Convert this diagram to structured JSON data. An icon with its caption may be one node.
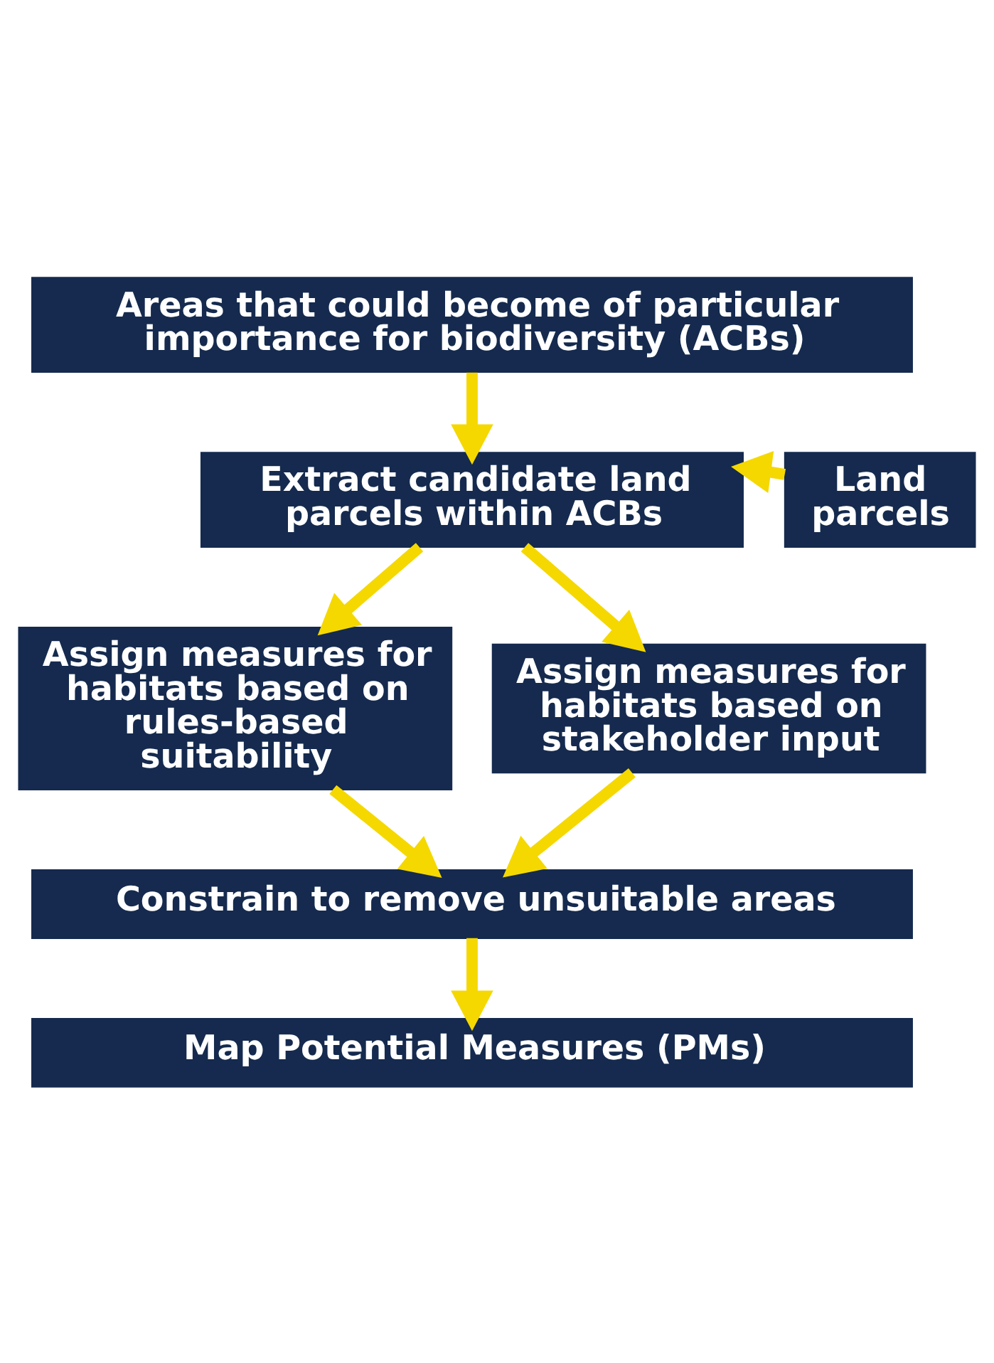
{
  "diagram": {
    "nodes": [
      {
        "text": [
          "Areas that could become of particular importance for biodiversity (ACBs)"
        ]
      },
      {
        "text": [
          "Extract candidate land parcels within ACBs"
        ]
      },
      {
        "text": [
          "Land parcels"
        ]
      },
      {
        "text": [
          "Assign measures for habitats based on rules-based suitability"
        ]
      },
      {
        "text": [
          "Assign measures for habitats based on stakeholder input"
        ]
      },
      {
        "text": [
          "Constrain to remove unsuitable areas"
        ]
      },
      {
        "text": [
          "Map Potential Measures (PMs)"
        ]
      }
    ],
    "edges": [
      {
        "from": 0,
        "to": 1,
        "arrow": "to"
      },
      {
        "from": 2,
        "to": 1,
        "arrow": "to"
      },
      {
        "from": 1,
        "to": 3,
        "arrow": "to"
      },
      {
        "from": 1,
        "to": 4,
        "arrow": "to"
      },
      {
        "from": 3,
        "to": 5,
        "arrow": "to"
      },
      {
        "from": 4,
        "to": 5,
        "arrow": "to"
      },
      {
        "from": 5,
        "to": 6,
        "arrow": "to"
      }
    ]
  }
}
